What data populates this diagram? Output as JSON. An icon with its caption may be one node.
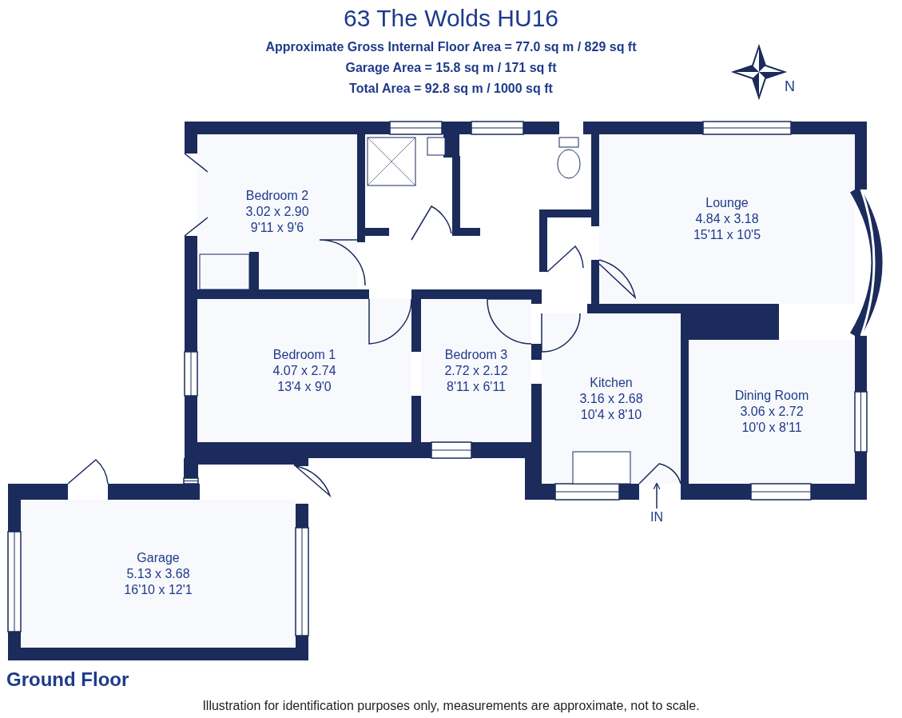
{
  "diagram": {
    "title": "63 The Wolds HU16",
    "caption": "Illustration for identification purposes only, measurements are approximate, not to scale.",
    "nodes": [
      {
        "text": [
          "Bedroom 2",
          "3.02 x 2.90",
          "9'11 x 9'6"
        ]
      },
      {
        "text": [
          "Lounge",
          "4.84 x 3.18",
          "15'11 x 10'5"
        ]
      },
      {
        "text": [
          "Bedroom 1",
          "4.07 x 2.74",
          "13'4 x 9'0"
        ]
      },
      {
        "text": [
          "Bedroom 3",
          "2.72 x 2.12",
          "8'11 x 6'11"
        ]
      },
      {
        "text": [
          "Kitchen",
          "3.16 x 2.68",
          "10'4 x 8'10"
        ]
      },
      {
        "text": [
          "Dining Room",
          "3.06 x 2.72",
          "10'0 x 8'11"
        ]
      },
      {
        "text": [
          "Garage",
          "5.13 x 3.68",
          "16'10 x 12'1"
        ]
      },
      {
        "text": [
          "IN"
        ]
      }
    ],
    "edges": [
      {
        "from": 7,
        "to": 4,
        "arrow": "to"
      }
    ],
    "labels": [
      "Approximate Gross Internal Floor Area = 77.0 sq m / 829 sq ft",
      "Garage Area = 15.8 sq m / 171 sq ft",
      "Total Area = 92.8 sq m / 1000 sq ft",
      "N",
      "Ground Floor"
    ]
  }
}
